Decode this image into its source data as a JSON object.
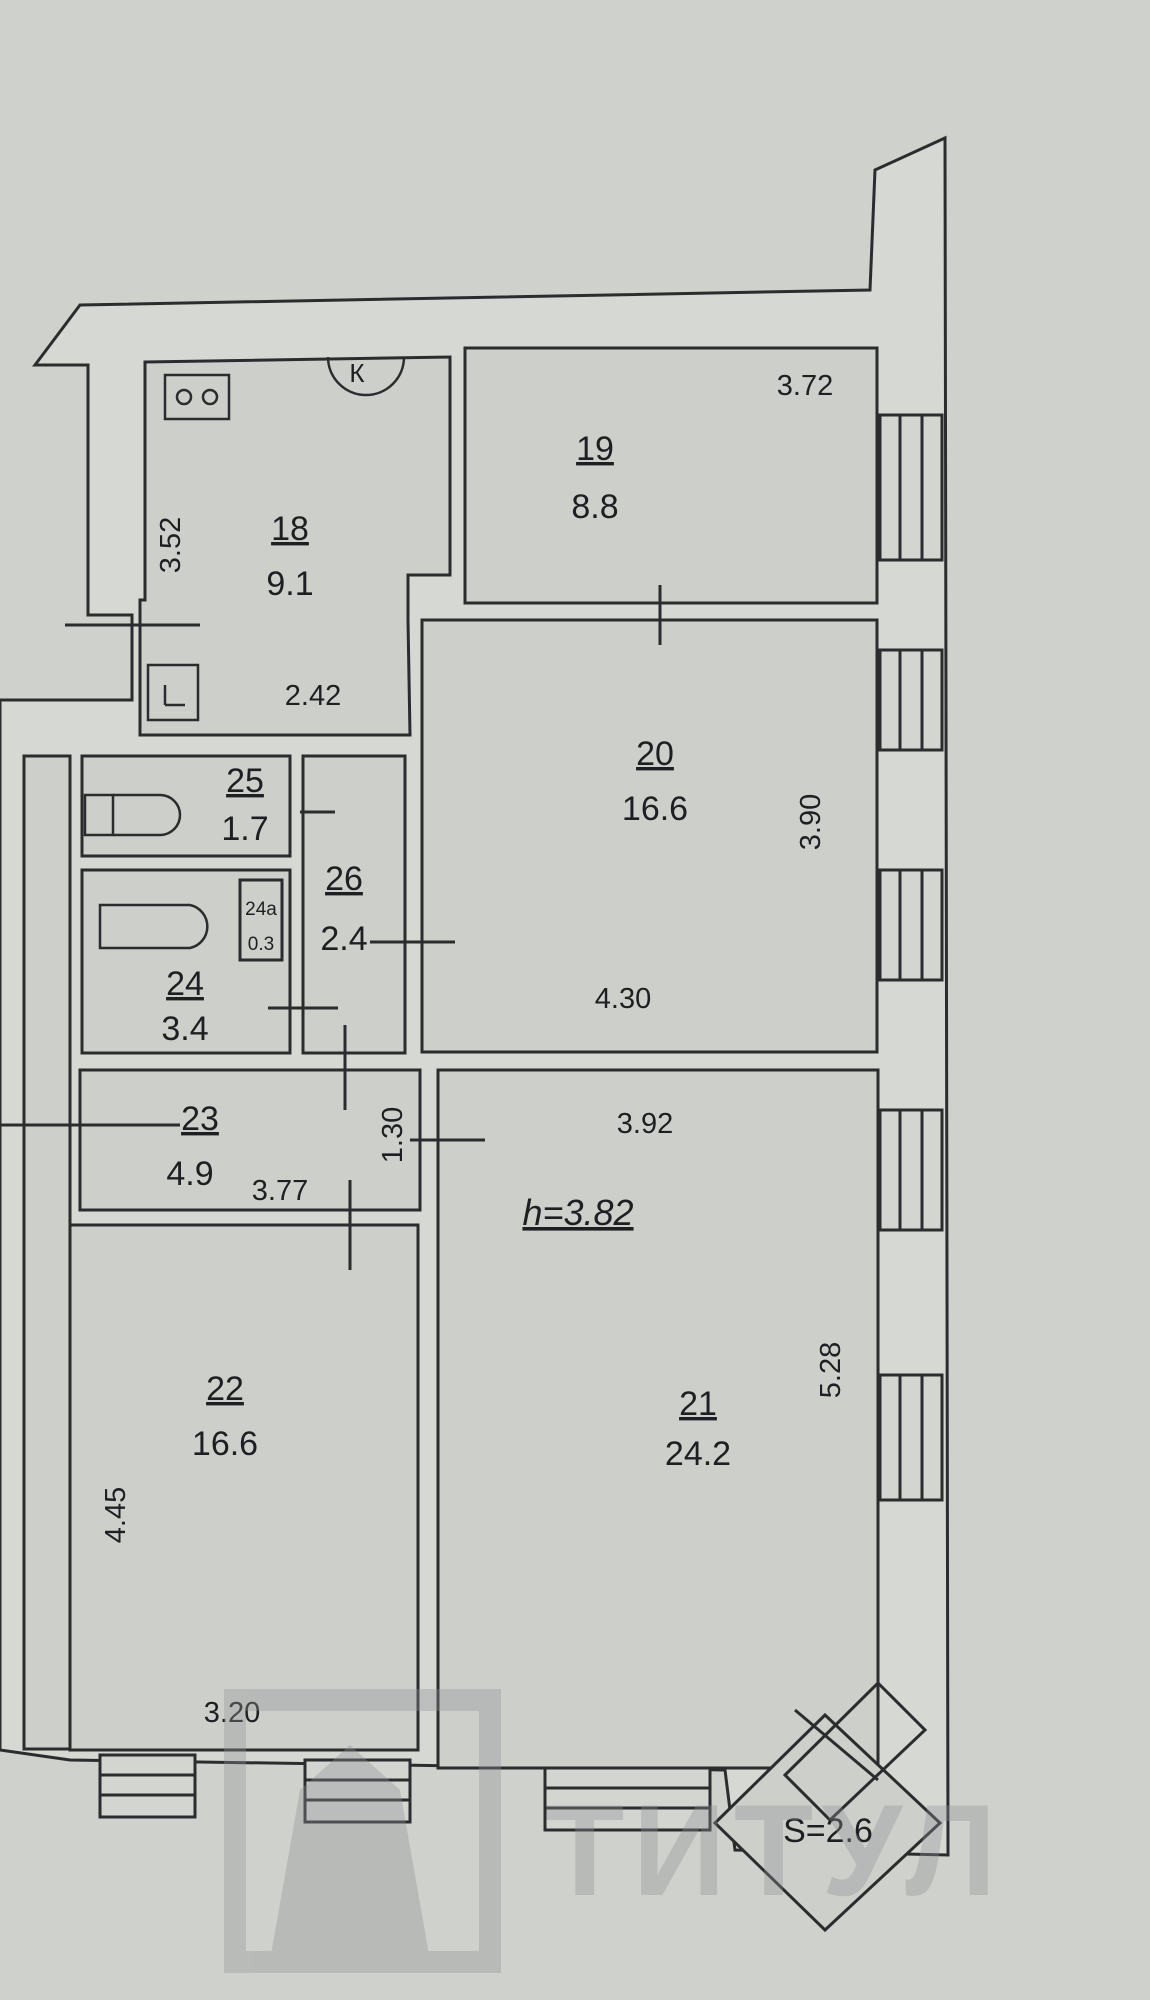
{
  "rooms": [
    {
      "number": "18",
      "area": "9.1"
    },
    {
      "number": "19",
      "area": "8.8"
    },
    {
      "number": "20",
      "area": "16.6"
    },
    {
      "number": "21",
      "area": "24.2"
    },
    {
      "number": "22",
      "area": "16.6"
    },
    {
      "number": "23",
      "area": "4.9"
    },
    {
      "number": "24",
      "area": "3.4"
    },
    {
      "number": "24a",
      "area": "0.3"
    },
    {
      "number": "25",
      "area": "1.7"
    },
    {
      "number": "26",
      "area": "2.4"
    }
  ],
  "dimensions": {
    "r18_height": "3.52",
    "r18_width": "2.42",
    "r19_width": "3.72",
    "r20_height": "3.90",
    "r20_width": "4.30",
    "r21_width": "3.92",
    "r21_height": "5.28",
    "r22_height": "4.45",
    "r22_width": "3.20",
    "r23_width": "3.77",
    "r23_height": "1.30"
  },
  "ceiling_height": "h=3.82",
  "balcony_area": "S=2.6",
  "kitchen_mark": "К",
  "watermark": "ТИТУЛ"
}
